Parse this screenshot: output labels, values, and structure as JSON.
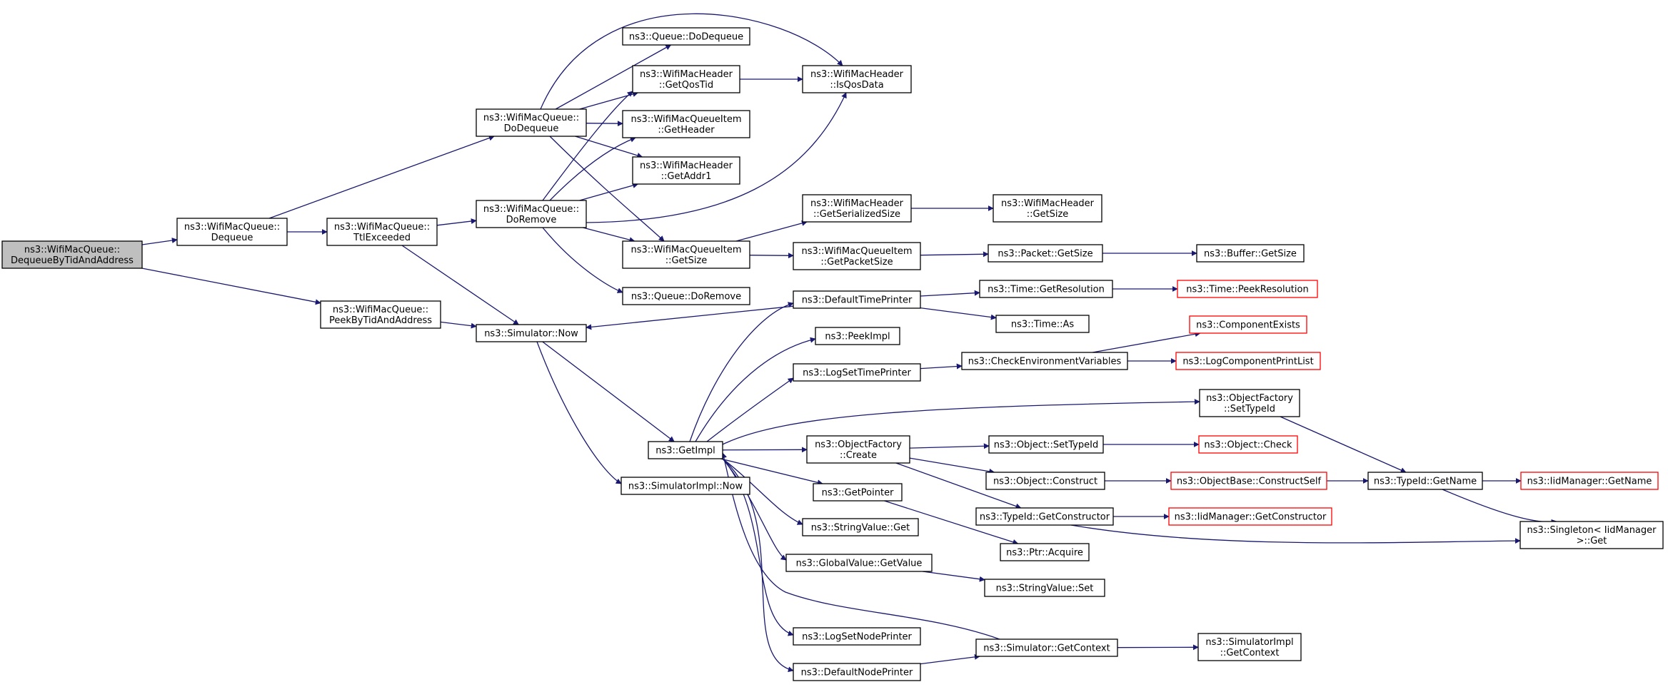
{
  "graph": {
    "title": "",
    "edge_color": "#191970",
    "root_fill": "#bfbfbf",
    "external_border": "#ff0000",
    "nodes": [
      {
        "id": "dequeueByTid",
        "lines": [
          "ns3::WifiMacQueue::",
          "DequeueByTidAndAddress"
        ],
        "kind": "root"
      },
      {
        "id": "dequeue",
        "lines": [
          "ns3::WifiMacQueue::",
          "Dequeue"
        ]
      },
      {
        "id": "peekByTid",
        "lines": [
          "ns3::WifiMacQueue::",
          "PeekByTidAndAddress"
        ]
      },
      {
        "id": "ttlExceeded",
        "lines": [
          "ns3::WifiMacQueue::",
          "TtlExceeded"
        ]
      },
      {
        "id": "doDequeue",
        "lines": [
          "ns3::WifiMacQueue::",
          "DoDequeue"
        ]
      },
      {
        "id": "doRemove",
        "lines": [
          "ns3::WifiMacQueue::",
          "DoRemove"
        ]
      },
      {
        "id": "simNow",
        "lines": [
          "ns3::Simulator::Now"
        ]
      },
      {
        "id": "queueDoDequeue",
        "lines": [
          "ns3::Queue::DoDequeue"
        ]
      },
      {
        "id": "getQosTid",
        "lines": [
          "ns3::WifiMacHeader",
          "::GetQosTid"
        ]
      },
      {
        "id": "getHeader",
        "lines": [
          "ns3::WifiMacQueueItem",
          "::GetHeader"
        ]
      },
      {
        "id": "getAddr1",
        "lines": [
          "ns3::WifiMacHeader",
          "::GetAddr1"
        ]
      },
      {
        "id": "itemGetSize",
        "lines": [
          "ns3::WifiMacQueueItem",
          "::GetSize"
        ]
      },
      {
        "id": "queueDoRemove",
        "lines": [
          "ns3::Queue::DoRemove"
        ]
      },
      {
        "id": "isQosData",
        "lines": [
          "ns3::WifiMacHeader",
          "::IsQosData"
        ]
      },
      {
        "id": "getSerializedSize",
        "lines": [
          "ns3::WifiMacHeader",
          "::GetSerializedSize"
        ]
      },
      {
        "id": "getPacketSize",
        "lines": [
          "ns3::WifiMacQueueItem",
          "::GetPacketSize"
        ]
      },
      {
        "id": "hdrGetSize",
        "lines": [
          "ns3::WifiMacHeader",
          "::GetSize"
        ]
      },
      {
        "id": "packetGetSize",
        "lines": [
          "ns3::Packet::GetSize"
        ]
      },
      {
        "id": "bufferGetSize",
        "lines": [
          "ns3::Buffer::GetSize"
        ]
      },
      {
        "id": "defaultTimePrinter",
        "lines": [
          "ns3::DefaultTimePrinter"
        ]
      },
      {
        "id": "timeGetResolution",
        "lines": [
          "ns3::Time::GetResolution"
        ]
      },
      {
        "id": "timePeekResolution",
        "lines": [
          "ns3::Time::PeekResolution"
        ],
        "kind": "external"
      },
      {
        "id": "timeAs",
        "lines": [
          "ns3::Time::As"
        ]
      },
      {
        "id": "peekImpl",
        "lines": [
          "ns3::PeekImpl"
        ]
      },
      {
        "id": "logSetTimePrinter",
        "lines": [
          "ns3::LogSetTimePrinter"
        ]
      },
      {
        "id": "checkEnvVars",
        "lines": [
          "ns3::CheckEnvironmentVariables"
        ]
      },
      {
        "id": "componentExists",
        "lines": [
          "ns3::ComponentExists"
        ],
        "kind": "external"
      },
      {
        "id": "logComponentPrintList",
        "lines": [
          "ns3::LogComponentPrintList"
        ],
        "kind": "external"
      },
      {
        "id": "getImpl",
        "lines": [
          "ns3::GetImpl"
        ]
      },
      {
        "id": "simImplNow",
        "lines": [
          "ns3::SimulatorImpl::Now"
        ]
      },
      {
        "id": "ofSetTypeId",
        "lines": [
          "ns3::ObjectFactory",
          "::SetTypeId"
        ]
      },
      {
        "id": "ofCreate",
        "lines": [
          "ns3::ObjectFactory",
          "::Create"
        ]
      },
      {
        "id": "objSetTypeId",
        "lines": [
          "ns3::Object::SetTypeId"
        ]
      },
      {
        "id": "objCheck",
        "lines": [
          "ns3::Object::Check"
        ],
        "kind": "external"
      },
      {
        "id": "objConstruct",
        "lines": [
          "ns3::Object::Construct"
        ]
      },
      {
        "id": "constructSelf",
        "lines": [
          "ns3::ObjectBase::ConstructSelf"
        ],
        "kind": "external"
      },
      {
        "id": "typeIdGetName",
        "lines": [
          "ns3::TypeId::GetName"
        ]
      },
      {
        "id": "iidGetName",
        "lines": [
          "ns3::IidManager::GetName"
        ],
        "kind": "external"
      },
      {
        "id": "getPointer",
        "lines": [
          "ns3::GetPointer"
        ]
      },
      {
        "id": "typeIdGetConstructor",
        "lines": [
          "ns3::TypeId::GetConstructor"
        ]
      },
      {
        "id": "iidGetConstructor",
        "lines": [
          "ns3::IidManager::GetConstructor"
        ],
        "kind": "external"
      },
      {
        "id": "singletonGet",
        "lines": [
          "ns3::Singleton< IidManager",
          " >::Get"
        ]
      },
      {
        "id": "stringValueGet",
        "lines": [
          "ns3::StringValue::Get"
        ]
      },
      {
        "id": "ptrAcquire",
        "lines": [
          "ns3::Ptr::Acquire"
        ]
      },
      {
        "id": "globalValueGetValue",
        "lines": [
          "ns3::GlobalValue::GetValue"
        ]
      },
      {
        "id": "stringValueSet",
        "lines": [
          "ns3::StringValue::Set"
        ]
      },
      {
        "id": "logSetNodePrinter",
        "lines": [
          "ns3::LogSetNodePrinter"
        ]
      },
      {
        "id": "simGetContext",
        "lines": [
          "ns3::Simulator::GetContext"
        ]
      },
      {
        "id": "simImplGetContext",
        "lines": [
          "ns3::SimulatorImpl",
          "::GetContext"
        ]
      },
      {
        "id": "defaultNodePrinter",
        "lines": [
          "ns3::DefaultNodePrinter"
        ]
      }
    ],
    "edges": [
      [
        "dequeueByTid",
        "dequeue"
      ],
      [
        "dequeueByTid",
        "peekByTid"
      ],
      [
        "dequeue",
        "doDequeue"
      ],
      [
        "dequeue",
        "ttlExceeded"
      ],
      [
        "ttlExceeded",
        "doRemove"
      ],
      [
        "ttlExceeded",
        "simNow"
      ],
      [
        "peekByTid",
        "simNow"
      ],
      [
        "doDequeue",
        "queueDoDequeue"
      ],
      [
        "doDequeue",
        "getQosTid"
      ],
      [
        "doDequeue",
        "isQosData"
      ],
      [
        "doDequeue",
        "getHeader"
      ],
      [
        "doDequeue",
        "getAddr1"
      ],
      [
        "doDequeue",
        "itemGetSize"
      ],
      [
        "doRemove",
        "getQosTid"
      ],
      [
        "doRemove",
        "getHeader"
      ],
      [
        "doRemove",
        "getAddr1"
      ],
      [
        "doRemove",
        "isQosData"
      ],
      [
        "doRemove",
        "itemGetSize"
      ],
      [
        "doRemove",
        "queueDoRemove"
      ],
      [
        "getQosTid",
        "isQosData"
      ],
      [
        "itemGetSize",
        "getSerializedSize"
      ],
      [
        "itemGetSize",
        "getPacketSize"
      ],
      [
        "getSerializedSize",
        "hdrGetSize"
      ],
      [
        "getPacketSize",
        "packetGetSize"
      ],
      [
        "packetGetSize",
        "bufferGetSize"
      ],
      [
        "simNow",
        "getImpl"
      ],
      [
        "simNow",
        "simImplNow"
      ],
      [
        "defaultTimePrinter",
        "simNow"
      ],
      [
        "defaultTimePrinter",
        "timeGetResolution"
      ],
      [
        "defaultTimePrinter",
        "timeAs"
      ],
      [
        "timeGetResolution",
        "timePeekResolution"
      ],
      [
        "getImpl",
        "defaultTimePrinter"
      ],
      [
        "getImpl",
        "peekImpl"
      ],
      [
        "getImpl",
        "logSetTimePrinter"
      ],
      [
        "getImpl",
        "ofSetTypeId"
      ],
      [
        "getImpl",
        "ofCreate"
      ],
      [
        "getImpl",
        "getPointer"
      ],
      [
        "getImpl",
        "stringValueGet"
      ],
      [
        "getImpl",
        "globalValueGetValue"
      ],
      [
        "getImpl",
        "logSetNodePrinter"
      ],
      [
        "getImpl",
        "defaultNodePrinter"
      ],
      [
        "simGetContext",
        "getImpl"
      ],
      [
        "logSetTimePrinter",
        "checkEnvVars"
      ],
      [
        "checkEnvVars",
        "componentExists"
      ],
      [
        "checkEnvVars",
        "logComponentPrintList"
      ],
      [
        "ofSetTypeId",
        "typeIdGetName"
      ],
      [
        "ofCreate",
        "objSetTypeId"
      ],
      [
        "ofCreate",
        "objConstruct"
      ],
      [
        "ofCreate",
        "typeIdGetConstructor"
      ],
      [
        "objSetTypeId",
        "objCheck"
      ],
      [
        "objConstruct",
        "constructSelf"
      ],
      [
        "constructSelf",
        "typeIdGetName"
      ],
      [
        "typeIdGetName",
        "iidGetName"
      ],
      [
        "typeIdGetName",
        "singletonGet"
      ],
      [
        "typeIdGetConstructor",
        "iidGetConstructor"
      ],
      [
        "typeIdGetConstructor",
        "singletonGet"
      ],
      [
        "getPointer",
        "ptrAcquire"
      ],
      [
        "globalValueGetValue",
        "stringValueSet"
      ],
      [
        "defaultNodePrinter",
        "simGetContext"
      ],
      [
        "simGetContext",
        "simImplGetContext"
      ]
    ]
  }
}
